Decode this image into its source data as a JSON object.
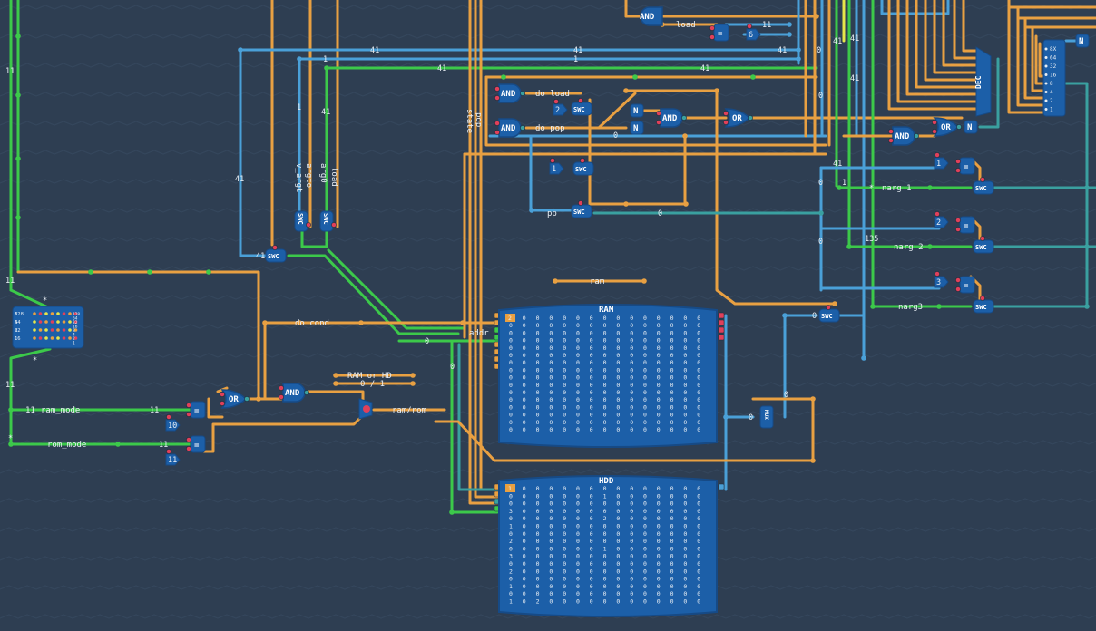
{
  "colors": {
    "background": "#2e3e52",
    "wire_orange": "#e8a042",
    "wire_blue": "#4aa0d8",
    "wire_green": "#3cc94a",
    "wire_teal": "#3aa0a0",
    "wire_yellow": "#e6e64a",
    "component": "#1c5fa8",
    "component_dark": "#164a86",
    "pin_red": "#e0405a"
  },
  "labels": {
    "do_load": "do load",
    "do_pop": "do pop",
    "load": "load",
    "ram_label": "ram",
    "do_cond": "do cond",
    "addr": "addr",
    "ram_mode": "ram_mode",
    "rom_mode": "rom_mode",
    "ram_or_hd": "RAM or HD",
    "ram_or_hd_values": "0 / 1",
    "ram_rom": "ram/rom",
    "narg1": "narg 1",
    "narg2": "narg 2",
    "narg3": "narg3",
    "pp": "pp",
    "v_argtwo": "v_argt",
    "v_argone": "argto",
    "v_arg": "arg0",
    "v_load": "load",
    "v_state": "state",
    "v_pop": "pop",
    "dec_label": "DEC",
    "mux_label": "MUX"
  },
  "numbers": {
    "n41": "41",
    "n11": "11",
    "n1": "1",
    "n0": "0",
    "n2": "2",
    "n3": "3",
    "n6": "6",
    "n10": "10",
    "n135": "135",
    "star": "*"
  },
  "gates": {
    "and": "AND",
    "or": "OR",
    "swc": "SWC",
    "n": "N",
    "eq": "="
  },
  "ram": {
    "title": "RAM",
    "first_cell": "2",
    "rows": [
      "0 0 0 0 0 0 0 0 0 0 0 0 0 0 0",
      "0 0 0 0 0 0 0 0 0 0 0 0 0 0 0",
      "0 0 0 0 0 0 0 0 0 0 0 0 0 0 0",
      "0 0 0 0 0 0 0 0 0 0 0 0 0 0 0",
      "0 0 0 0 0 0 0 0 0 0 0 0 0 0 0",
      "0 0 0 0 0 0 0 0 0 0 0 0 0 0 0",
      "0 0 0 0 0 0 0 0 0 0 0 0 0 0 0",
      "0 0 0 0 0 0 0 0 0 0 0 0 0 0 0",
      "0 0 0 0 0 0 0 0 0 0 0 0 0 0 0",
      "0 0 0 0 0 0 0 0 0 0 0 0 0 0 0",
      "0 0 0 0 0 0 0 0 0 0 0 0 0 0 0",
      "0 0 0 0 0 0 0 0 0 0 0 0 0 0 0",
      "0 0 0 0 0 0 0 0 0 0 0 0 0 0 0",
      "0 0 0 0 0 0 0 0 0 0 0 0 0 0 0",
      "0 0 0 0 0 0 0 0 0 0 0 0 0 0 0",
      "0 0 0 0 0 0 0 0 0 0 0 0 0 0 0"
    ]
  },
  "hdd": {
    "title": "HDD",
    "first_cell": "1",
    "rows": [
      "0 0 0 0 0 0 0 0 0 0 0 0 0 0 0",
      "0 0 0 0 0 0 0 1 0 0 0 0 0 0 0",
      "0 0 0 0 0 0 0 0 0 0 0 0 0 0 0",
      "3 0 0 0 0 0 0 0 0 0 0 0 0 0 0",
      "0 0 0 0 0 0 0 2 0 0 0 0 0 0 0",
      "1 0 0 0 0 0 0 0 0 0 0 0 0 0 0",
      "0 0 0 0 0 0 0 0 0 0 0 0 0 0 0",
      "2 0 0 0 0 0 0 0 0 0 0 0 0 0 0",
      "0 0 0 0 0 0 0 1 0 0 0 0 0 0 0",
      "3 0 0 0 0 0 0 0 0 0 0 0 0 0 0",
      "0 0 0 0 0 0 0 0 0 0 0 0 0 0 0",
      "2 0 0 0 0 0 0 0 0 0 0 0 0 0 0",
      "0 0 0 0 0 0 0 0 0 0 0 0 0 0 0",
      "1 0 0 0 0 0 0 0 0 0 0 0 0 0 0",
      "0 0 0 0 0 0 0 0 0 0 0 0 0 0 0",
      "1 0 2 0 0 0 0 0 0 0 0 0 0 0 0"
    ]
  },
  "dec_outputs": [
    "8X",
    "64",
    "32",
    "16",
    "8",
    "4",
    "2",
    "1"
  ],
  "bit_panel": [
    "128",
    "64",
    "32",
    "16",
    "8",
    "4",
    "2",
    "1"
  ]
}
